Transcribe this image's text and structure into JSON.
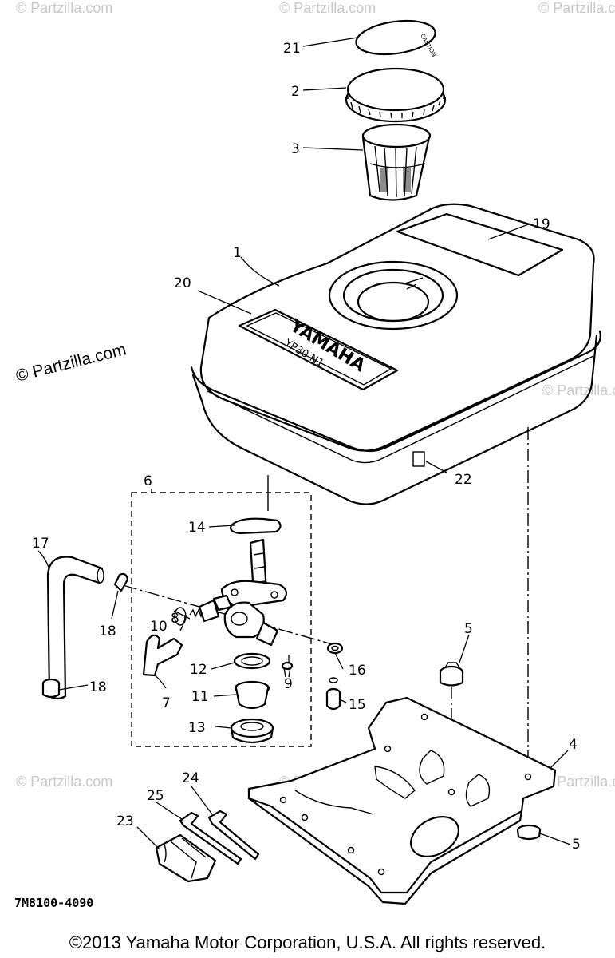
{
  "watermark": {
    "main_text": "© Partzilla.com",
    "faint_text": "© Partzilla.com"
  },
  "decal": {
    "small_cap_label": "CAUTION",
    "brand": "YAMAHA",
    "model": "YP30 N1"
  },
  "diagram_code": "7M8100-4090",
  "copyright": "©2013 Yamaha Motor Corporation, U.S.A. All rights reserved.",
  "callouts": {
    "c1": "1",
    "c2": "2",
    "c3": "3",
    "c4": "4",
    "c5a": "5",
    "c5b": "5",
    "c6": "6",
    "c7": "7",
    "c8": "8",
    "c9": "9",
    "c10": "10",
    "c11": "11",
    "c12": "12",
    "c13": "13",
    "c14": "14",
    "c15": "15",
    "c16": "16",
    "c17": "17",
    "c18a": "18",
    "c18b": "18",
    "c19": "19",
    "c20": "20",
    "c21": "21",
    "c22": "22",
    "c23": "23",
    "c24": "24",
    "c25": "25"
  }
}
